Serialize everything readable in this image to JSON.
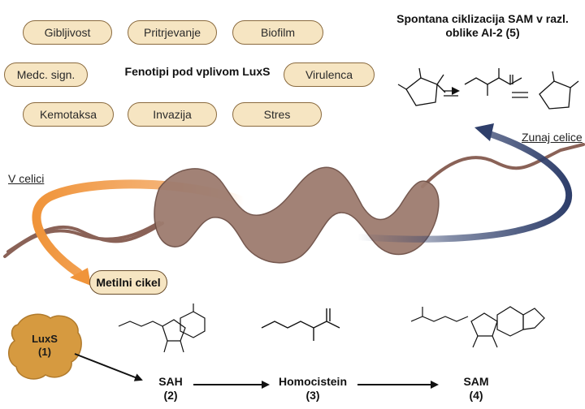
{
  "phenotypes": {
    "title": "Fenotipi pod vplivom LuxS",
    "items": [
      "Gibljivost",
      "Pritrjevanje",
      "Biofilm",
      "Medc. sign.",
      "Virulenca",
      "Kemotaksa",
      "Invazija",
      "Stres"
    ]
  },
  "cyclization": {
    "title_line1": "Spontana ciklizacija SAM v razl.",
    "title_line2": "oblike AI-2 (5)"
  },
  "labels": {
    "outside": "Zunaj celice",
    "inside": "V celici",
    "methyl_cycle": "Metilni cikel"
  },
  "pathway": {
    "luxs": {
      "name": "LuxS",
      "num": "(1)"
    },
    "sah": {
      "name": "SAH",
      "num": "(2)"
    },
    "homocysteine": {
      "name": "Homocistein",
      "num": "(3)"
    },
    "sam": {
      "name": "SAM",
      "num": "(4)"
    }
  },
  "colors": {
    "pill_fill": "#f6e5c2",
    "pill_border": "#8a6a3e",
    "bacterium": "#9e7c6f",
    "flagellum": "#8a6257",
    "orange_arrow": "#f0943a",
    "blue_arrow": "#2f3f6b",
    "luxs_blob": "#d69a40"
  }
}
